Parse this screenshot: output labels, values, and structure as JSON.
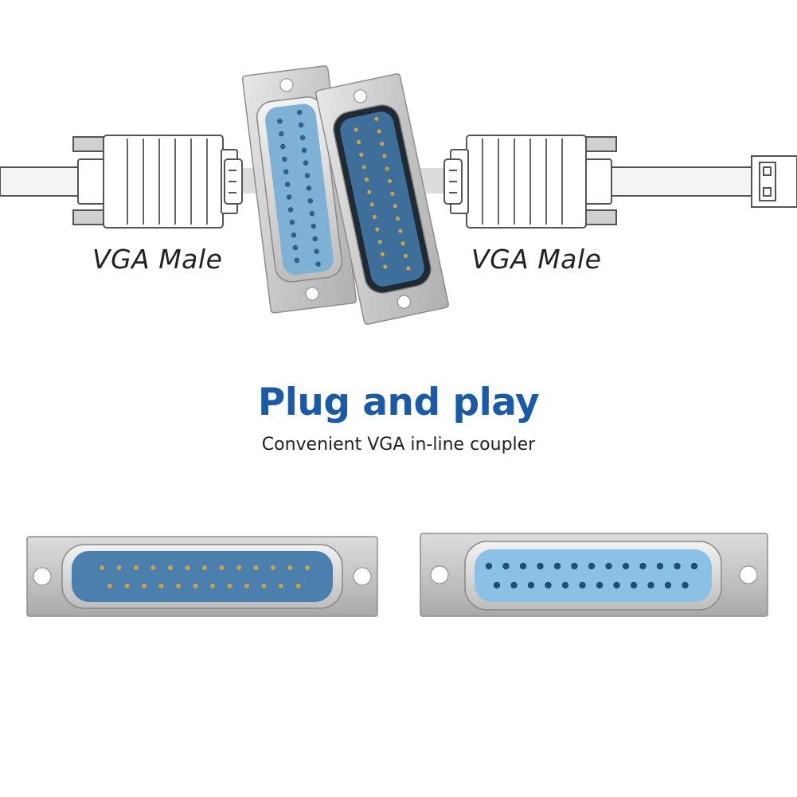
{
  "top_labels": {
    "left": "VGA Male",
    "right": "VGA Male"
  },
  "headline": "Plug and play",
  "subheadline": "Convenient VGA in-line coupler",
  "colors": {
    "headline": "#1a5aa6",
    "connector_blue": "#4f87b4",
    "female_blue": "#8cc1e6",
    "metal": "#cfcfcf",
    "cable": "#f4f4f4"
  },
  "icons": {
    "left_plug": "vga-male-plug-icon",
    "right_plug": "vga-male-plug-icon",
    "coupler_female": "db25-female-connector-icon",
    "coupler_male": "db25-male-connector-icon",
    "bottom_male": "db25-male-connector-icon",
    "bottom_female": "db25-female-connector-icon"
  }
}
